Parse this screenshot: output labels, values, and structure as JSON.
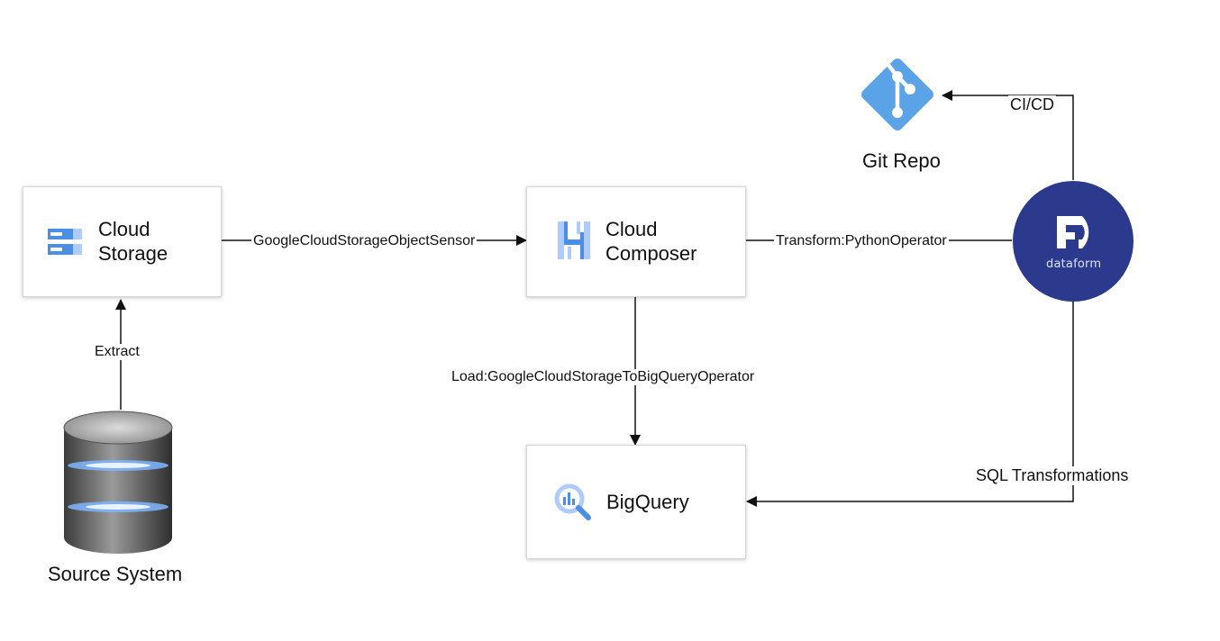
{
  "nodes": {
    "cloud_storage": {
      "label": "Cloud Storage",
      "icon": "cloud-storage-icon"
    },
    "cloud_composer": {
      "label": "Cloud Composer",
      "icon": "cloud-composer-icon"
    },
    "bigquery": {
      "label": "BigQuery",
      "icon": "bigquery-icon"
    },
    "source_system": {
      "label": "Source System",
      "icon": "database-icon"
    },
    "git_repo": {
      "label": "Git Repo",
      "icon": "git-icon"
    },
    "dataform": {
      "logo_text": "dataform",
      "icon": "dataform-logo"
    }
  },
  "edges": {
    "extract": "Extract",
    "sensor": "GoogleCloudStorageObjectSensor",
    "transform": "Transform:PythonOperator",
    "load": "Load:GoogleCloudStorageToBigQueryOperator",
    "sql": "SQL Transformations",
    "cicd": "CI/CD"
  },
  "colors": {
    "gcp_blue": "#4a8fe6",
    "gcp_light_blue": "#aecbfa",
    "git_blue": "#5aa3e6",
    "dataform_navy": "#2b3a8c",
    "line": "#111111"
  }
}
